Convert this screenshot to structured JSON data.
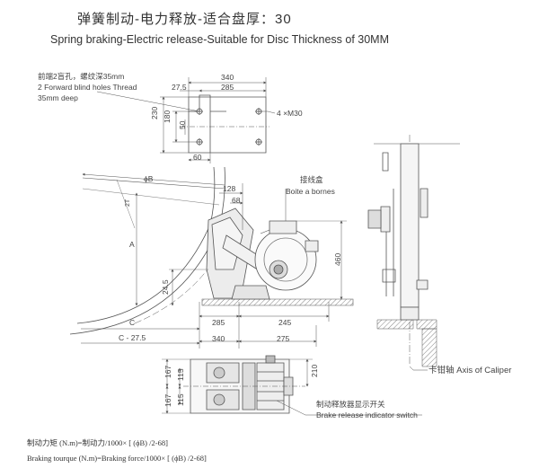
{
  "title_cn": "弹簧制动-电力释放-适合盘厚：30",
  "title_en": "Spring braking-Electric release-Suitable for Disc Thickness of 30MM",
  "top_view": {
    "note_cn": "前端2盲孔，螺纹深35mm",
    "note_en_line1": "2 Forward blind holes Thread",
    "note_en_line2": "35mm deep",
    "dims": {
      "d340": "340",
      "d285": "285",
      "d27_5": "27.5",
      "d230": "230",
      "d180": "180",
      "d50": "50",
      "d60": "60"
    },
    "thread_label": "4 ×M30"
  },
  "side_view": {
    "phi_b": "ϕB",
    "d128": "128",
    "d68": "68",
    "d2T": "2T",
    "dA": "A",
    "d24_5": "24.5",
    "d460": "460",
    "d285": "285",
    "d245": "245",
    "dC": "C",
    "dC_27_5": "C - 27.5",
    "d340": "340",
    "d275": "275",
    "junction_box_cn": "接线盒",
    "junction_box_en": "Boite a bornes"
  },
  "front_view": {
    "d167_top": "167",
    "d115_top": "115",
    "d167_bot": "167",
    "d115_bot": "115",
    "d210": "210",
    "indicator_cn": "制动释放器显示开关",
    "indicator_en": "Brake release indicator switch"
  },
  "caliper_axis": {
    "cn": "卡钳轴",
    "en": "Axis of Caliper"
  },
  "formula_cn": "制动力矩 (N.m)=制动力/1000× [ (ϕB) /2-68]",
  "formula_en": "Braking tourque (N.m)=Braking force/1000× [ (ϕB) /2-68]"
}
